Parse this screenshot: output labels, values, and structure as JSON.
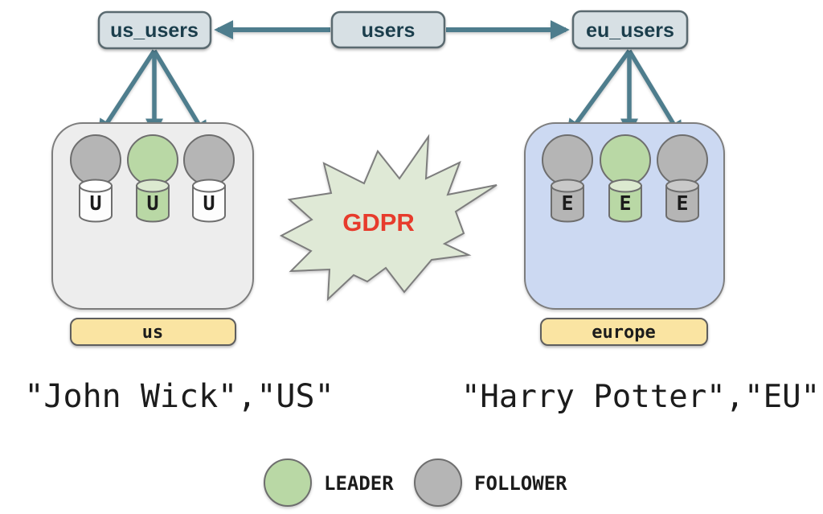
{
  "colors": {
    "teal": "#4e7d8d",
    "box-fill": "#d7e0e4",
    "box-stroke": "#5a6a70",
    "box-text": "#1b3e4c",
    "region-us": "#ededed",
    "region-eu": "#ccd9f2",
    "container-stroke": "#7d7d7d",
    "node-stroke": "#6e6e6e",
    "gray": "#b5b5b5",
    "gray-light": "#c9c9c9",
    "green": "#b9d8a5",
    "green-light": "#dcead0",
    "white-cyl": "#fdfdfd",
    "white-cyl-top": "#ffffff",
    "star-fill": "#dfe9d6",
    "red": "#e73b2c",
    "yellow": "#fae4a2",
    "yellow-stroke": "#5e5e5e",
    "ink": "#1c1c1c"
  },
  "topology": {
    "source_table": "users",
    "us_table": "us_users",
    "eu_table": "eu_users"
  },
  "regions": {
    "us": {
      "label": "us",
      "node_letter": "U",
      "record": "\"John Wick\",\"US\""
    },
    "eu": {
      "label": "europe",
      "node_letter": "E",
      "record": "\"Harry Potter\",\"EU\""
    }
  },
  "gdpr_label": "GDPR",
  "legend": {
    "leader": "LEADER",
    "follower": "FOLLOWER"
  }
}
